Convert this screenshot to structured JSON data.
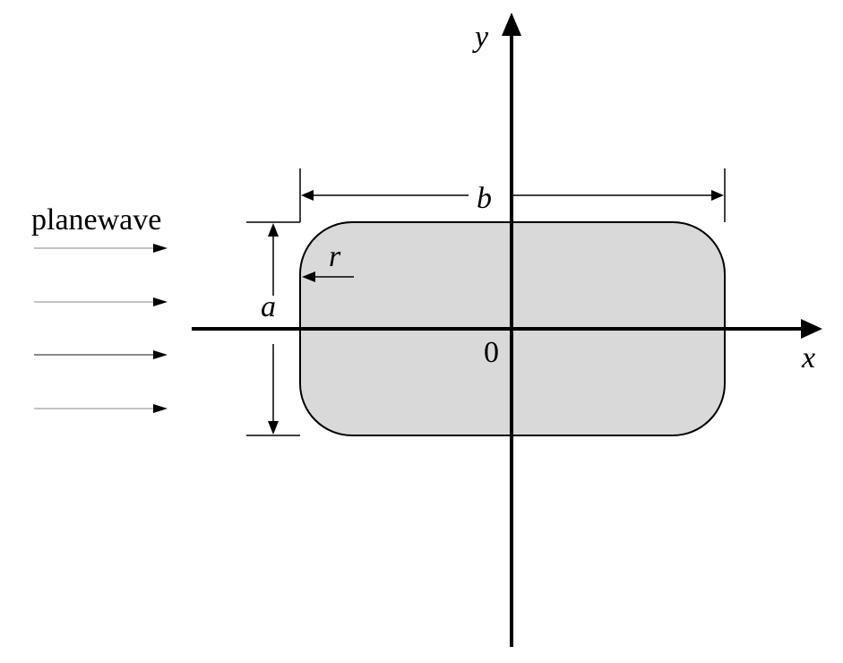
{
  "diagram": {
    "incident_label": "planewave",
    "labels": {
      "x_axis": "x",
      "y_axis": "y",
      "origin": "0",
      "width": "b",
      "height": "a",
      "corner_radius": "r"
    },
    "colors": {
      "shape_fill": "#d9d9d9",
      "stroke": "#000000",
      "wave_arrow": "#000000"
    }
  }
}
